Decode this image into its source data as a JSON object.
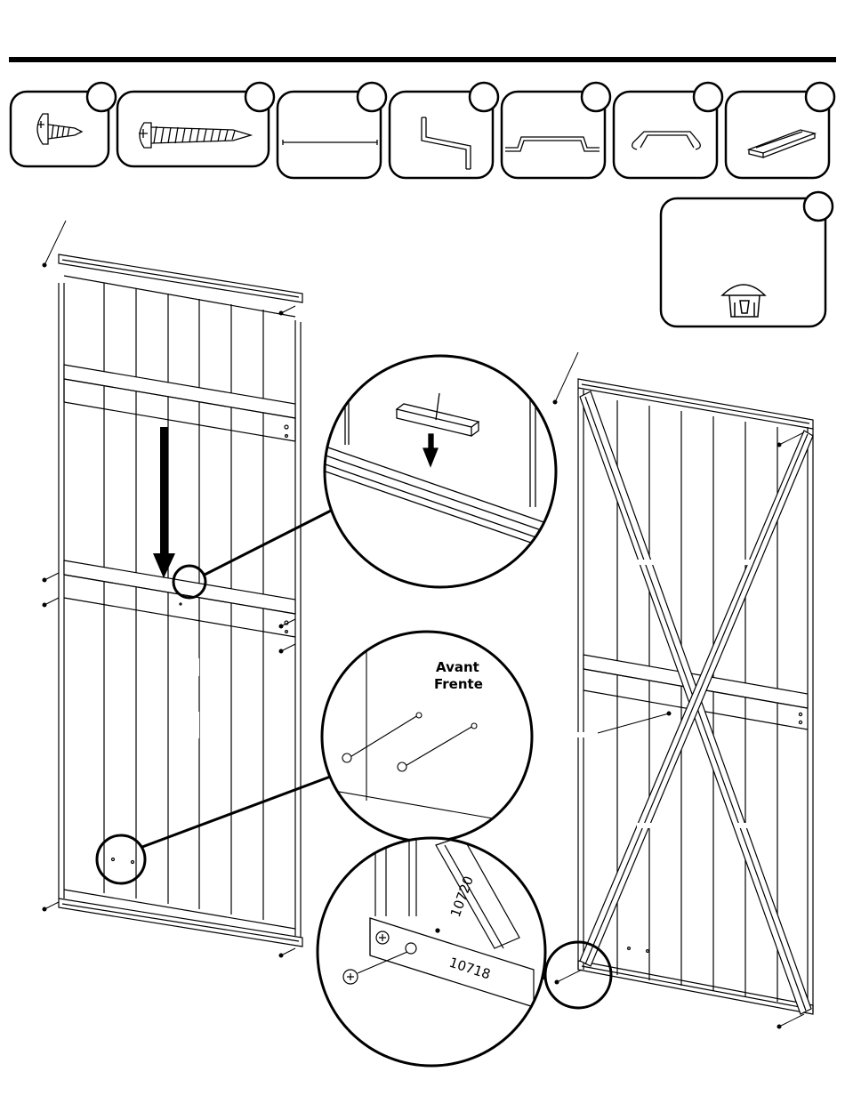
{
  "header": {
    "rule": "top-rule"
  },
  "parts_row": [
    {
      "icon": "truss-head-screw-icon"
    },
    {
      "icon": "long-screw-icon"
    },
    {
      "icon": "thin-rod-icon"
    },
    {
      "icon": "z-bracket-icon"
    },
    {
      "icon": "hat-channel-icon"
    },
    {
      "icon": "hooked-channel-icon"
    },
    {
      "icon": "spacer-block-icon"
    }
  ],
  "extra_part": {
    "icon": "plastic-push-rivet-icon"
  },
  "detail_callouts": {
    "front_label_fr": "Avant",
    "front_label_es": "Frente",
    "part_number_brace": "10720",
    "part_number_rail": "10718"
  },
  "colors": {
    "ink": "#000000",
    "paper": "#ffffff"
  }
}
